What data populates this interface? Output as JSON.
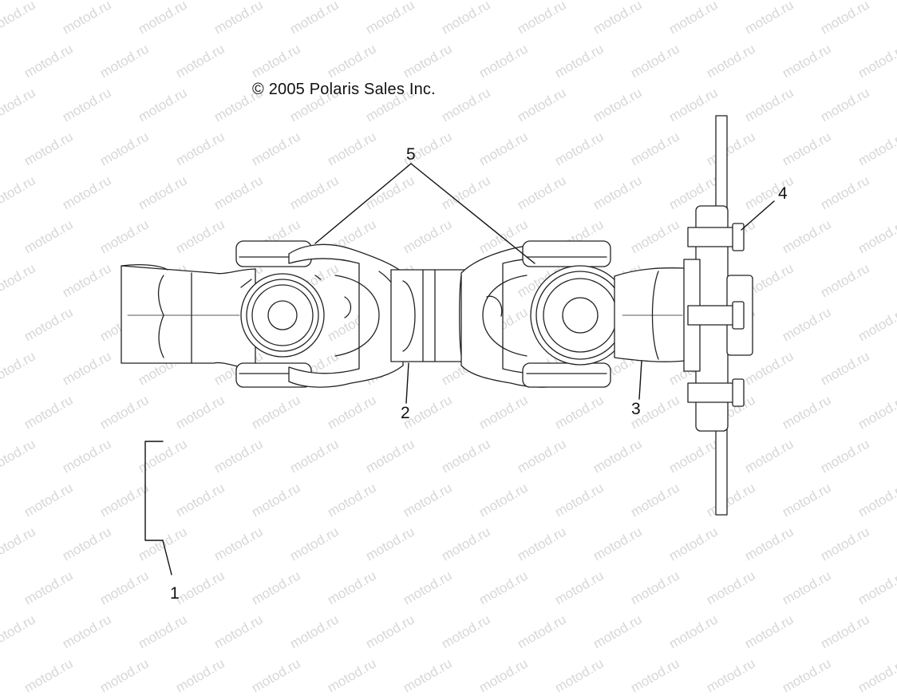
{
  "watermark": {
    "text": "motod.ru",
    "color": "#d7d7d7"
  },
  "copyright": {
    "symbol": "©",
    "text": "2005 Polaris Sales Inc."
  },
  "callouts": [
    {
      "id": "1",
      "label": "1"
    },
    {
      "id": "2",
      "label": "2"
    },
    {
      "id": "3",
      "label": "3"
    },
    {
      "id": "4",
      "label": "4"
    },
    {
      "id": "5",
      "label": "5"
    }
  ],
  "line_color": "#222222"
}
